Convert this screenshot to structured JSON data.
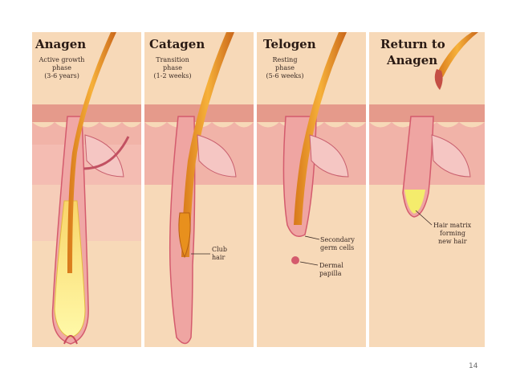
{
  "panels": [
    {
      "title": "Anagen",
      "subtitle_lines": [
        "Active growth",
        "phase",
        "(3-6 years)"
      ]
    },
    {
      "title": "Catagen",
      "subtitle_lines": [
        "Transition",
        "phase",
        "(1-2 weeks)"
      ]
    },
    {
      "title": "Telogen",
      "subtitle_lines": [
        "Resting",
        "phase",
        "(5-6 weeks)"
      ]
    },
    {
      "title_lines": [
        "Return to",
        "Anagen"
      ]
    }
  ],
  "callouts": {
    "club_hair": [
      "Club",
      "hair"
    ],
    "secondary_germ_cells": [
      "Secondary",
      "germ cells"
    ],
    "dermal_papilla": [
      "Dermal",
      "papilla"
    ],
    "hair_matrix": [
      "Hair matrix",
      "forming",
      "new hair"
    ]
  },
  "page_number": "14",
  "colors": {
    "panel_background": "#f7d9b8",
    "epidermis": "#e4988f",
    "dermis": "#f3b5b1",
    "hair_shaft": "#e9961f",
    "bulb_yellow": "#f4f07a",
    "follicle_outline": "#d45b6d"
  }
}
